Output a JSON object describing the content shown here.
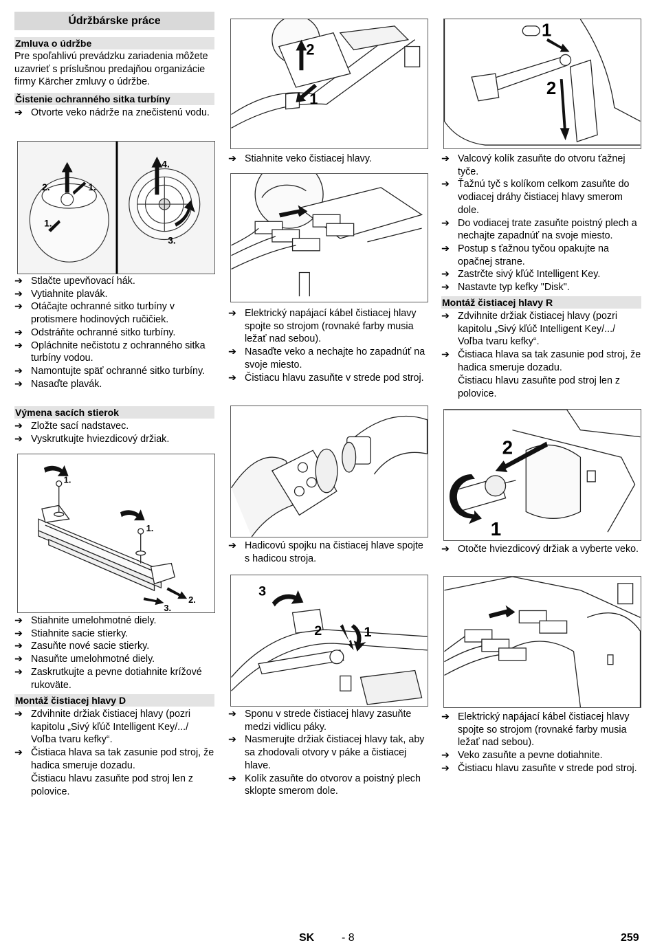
{
  "col1": {
    "title": "Údržbárske práce",
    "sec_contract": "Zmluva o údržbe",
    "contract_text": "Pre spoľahlivú prevádzku zariadenia môžete uzavrieť s príslušnou predajňou organizácie firmy Kärcher zmluvy o údržbe.",
    "sec_sieve": "Čistenie ochranného sitka turbíny",
    "sieve_step0": "Otvorte veko nádrže na znečistenú vodu.",
    "fig_sieve_labels": [
      "2.",
      "1.",
      "1.",
      "4.",
      "3."
    ],
    "sieve_steps": [
      "Stlačte upevňovací hák.",
      "Vytiahnite plavák.",
      "Otáčajte ochranné sitko turbíny v protismere hodinových ručičiek.",
      "Odstráňte ochranné sitko turbíny.",
      "Opláchnite nečistotu z ochranného sitka turbíny vodou.",
      "Namontujte späť ochranné sitko turbíny.",
      "Nasaďte plavák."
    ],
    "sec_squeegee": "Výmena sacích stierok",
    "squeegee_steps_a": [
      "Zložte sací nadstavec.",
      "Vyskrutkujte hviezdicový držiak."
    ],
    "fig_squeegee_labels": [
      "1.",
      "1.",
      "2.",
      "3."
    ],
    "squeegee_steps_b": [
      "Stiahnite umelohmotné diely.",
      "Stiahnite sacie stierky.",
      "Zasuňte nové sacie stierky.",
      "Nasuňte umelohmotné diely.",
      "Zaskrutkujte a pevne dotiahnite krížové rukoväte."
    ],
    "sec_mount_d": "Montáž čistiacej hlavy D",
    "mount_d_steps": [
      "Zdvihnite držiak čistiacej hlavy (pozri kapitolu „Sivý kľúč Intelligent Key/.../ Voľba tvaru kefky“.",
      "Čistiaca hlava sa tak zasunie pod stroj, že hadica smeruje dozadu."
    ],
    "mount_d_cont": "Čistiacu hlavu zasuňte pod stroj len z polovice."
  },
  "col2": {
    "fig1_labels": [
      "2",
      "1"
    ],
    "step_lid": "Stiahnite veko čistiacej hlavy.",
    "cable_steps": [
      "Elektrický napájací kábel čistiacej hlavy spojte so strojom (rovnaké farby musia ležať nad sebou).",
      "Nasaďte veko a nechajte ho zapadnúť na svoje miesto.",
      "Čistiacu hlavu zasuňte v strede pod stroj."
    ],
    "hose_step": "Hadicovú spojku na čistiacej hlave spojte s hadicou stroja.",
    "fig4_labels": [
      "3",
      "2",
      "1"
    ],
    "lever_steps": [
      "Sponu v strede čistiacej hlavy zasuňte medzi vidlicu páky.",
      "Nasmerujte držiak čistiacej hlavy tak, aby sa zhodovali otvory v páke a čistiacej hlave.",
      "Kolík zasuňte do otvorov a poistný plech sklopte smerom dole."
    ]
  },
  "col3": {
    "fig1_labels": [
      "1",
      "2"
    ],
    "pin_steps": [
      "Valcový kolík zasuňte do otvoru ťažnej tyče.",
      "Ťažnú tyč s kolíkom celkom zasuňte do vodiacej dráhy čistiacej hlavy smerom dole.",
      "Do vodiacej trate zasuňte poistný plech a nechajte zapadnúť na svoje miesto.",
      "Postup s ťažnou tyčou opakujte na opačnej strane.",
      "Zastrčte sivý kľúč Intelligent Key.",
      "Nastavte typ kefky \"Disk\"."
    ],
    "sec_mount_r": "Montáž čistiacej hlavy R",
    "mount_r_steps": [
      "Zdvihnite držiak čistiacej hlavy (pozri kapitolu „Sivý kľúč Intelligent Key/.../ Voľba tvaru kefky“.",
      "Čistiaca hlava sa tak zasunie pod stroj, že hadica smeruje dozadu."
    ],
    "mount_r_cont": "Čistiacu hlavu zasuňte pod stroj len z polovice.",
    "fig2_labels": [
      "2",
      "1"
    ],
    "knob_step": "Otočte hviezdicový držiak a vyberte veko.",
    "final_steps": [
      "Elektrický napájací kábel čistiacej hlavy spojte so strojom (rovnaké farby musia ležať nad sebou).",
      "Veko zasuňte a pevne dotiahnite.",
      "Čistiacu hlavu zasuňte v strede pod stroj."
    ]
  },
  "footer": {
    "lang": "SK",
    "page_local": "- 8",
    "page_num": "259"
  },
  "ui": {
    "arrow_glyph": "➔"
  }
}
